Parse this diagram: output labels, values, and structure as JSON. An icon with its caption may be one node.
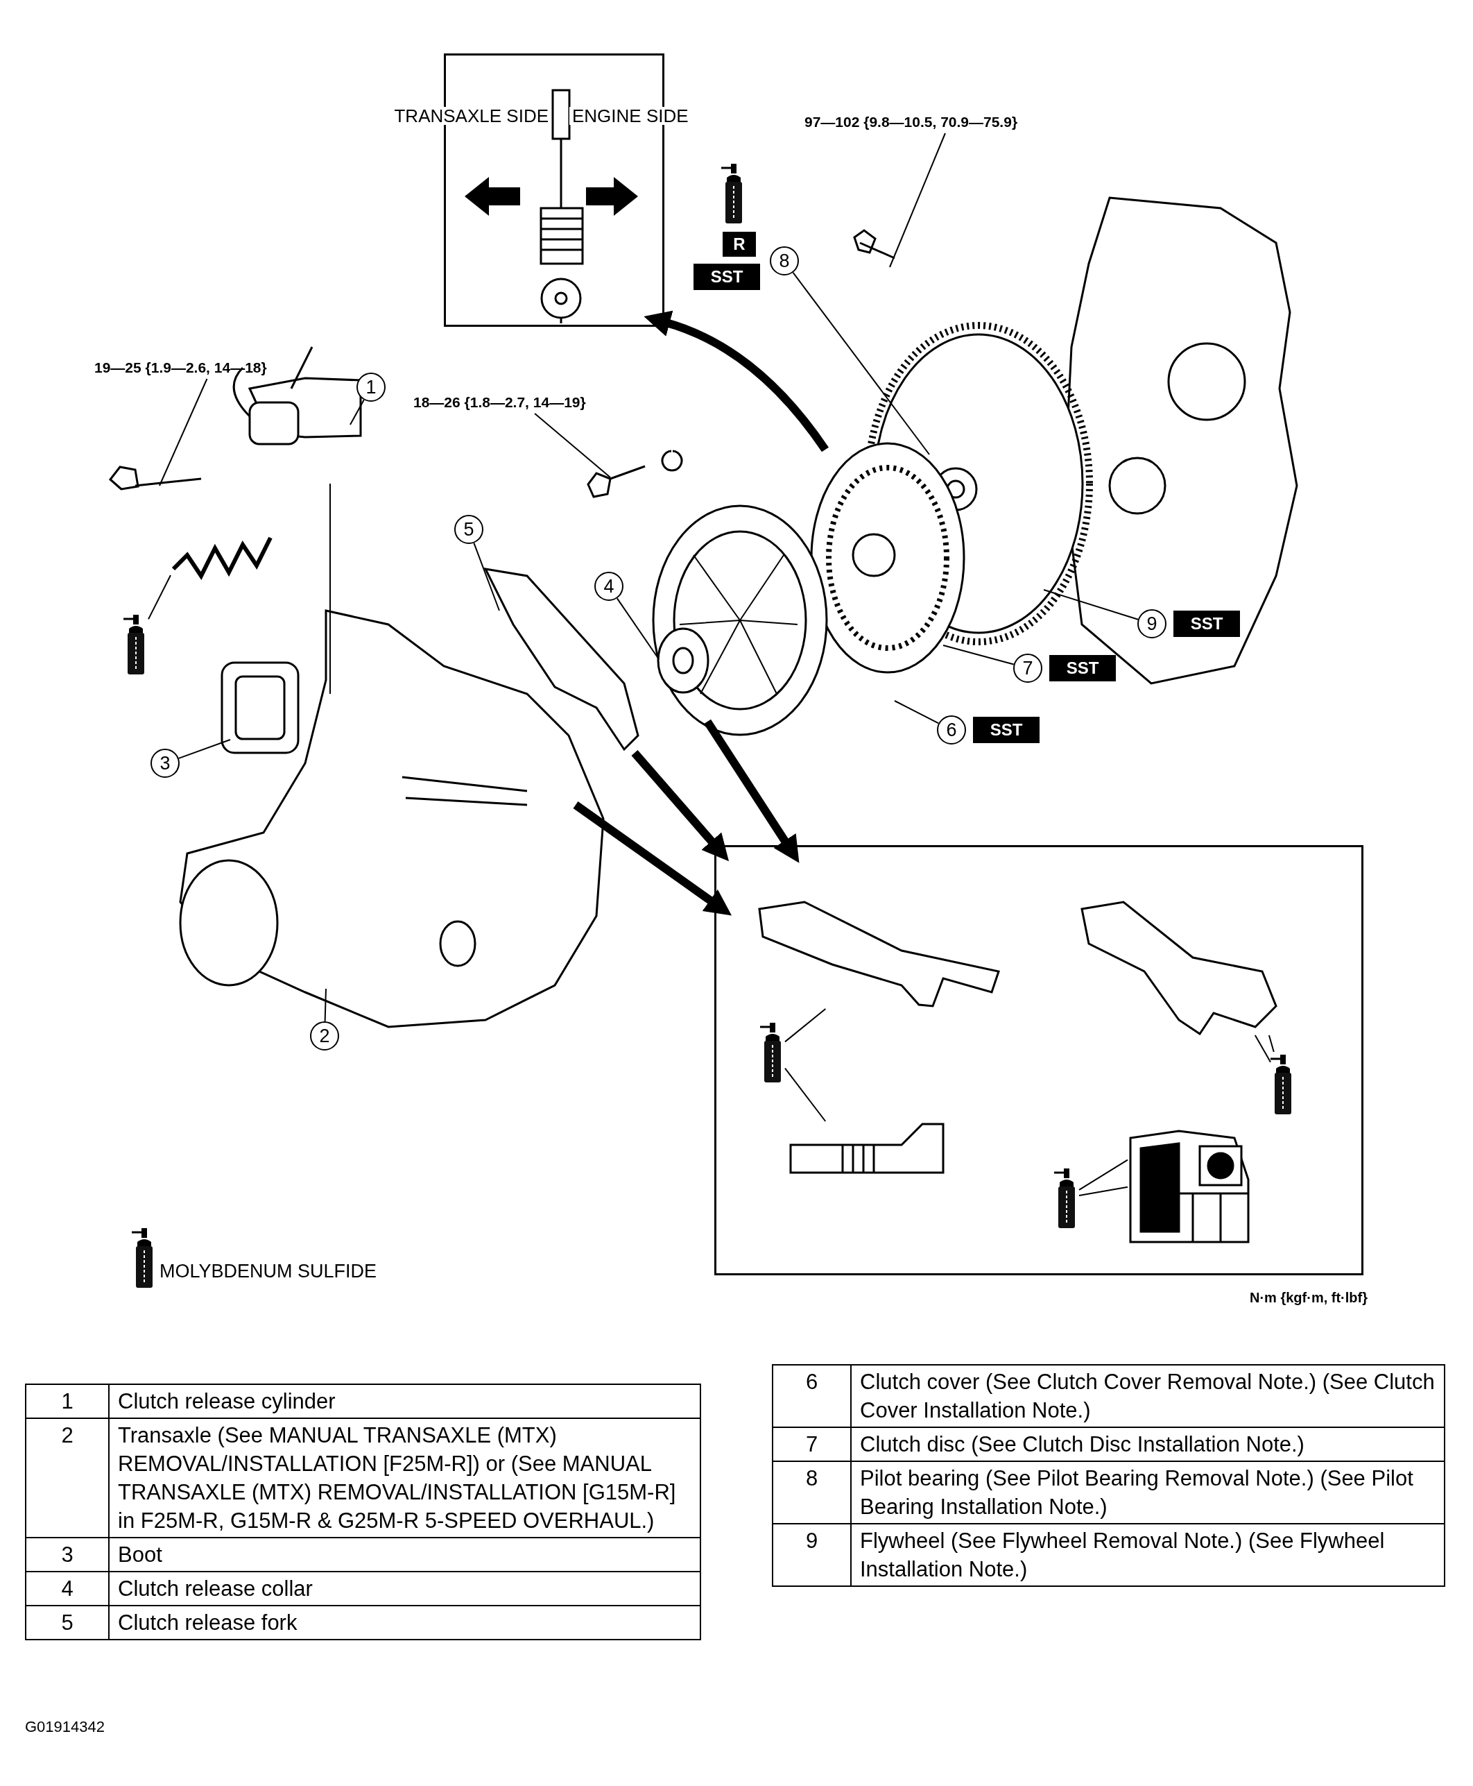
{
  "diagram": {
    "nodes": [
      {
        "text": [
          "TRANSAXLE SIDE",
          "ENGINE SIDE"
        ]
      },
      {
        "text": [
          "97—102 {9.8—10.5, 70.9—75.9}"
        ]
      },
      {
        "text": [
          "19—25 {1.9—2.6, 14—18}"
        ]
      },
      {
        "text": [
          "18—26 {1.8—2.7, 14—19}"
        ]
      },
      {
        "text": [
          "1"
        ]
      },
      {
        "text": [
          "2"
        ]
      },
      {
        "text": [
          "3"
        ]
      },
      {
        "text": [
          "4"
        ]
      },
      {
        "text": [
          "5"
        ]
      },
      {
        "text": [
          "6"
        ],
        "beside": [
          "SST"
        ]
      },
      {
        "text": [
          "7"
        ],
        "beside": [
          "SST"
        ]
      },
      {
        "text": [
          "8"
        ]
      },
      {
        "text": [
          "9"
        ],
        "beside": [
          "SST"
        ]
      },
      {
        "text": [],
        "shape": "picture"
      },
      {
        "text": [],
        "shape": "picture",
        "in": 17
      },
      {
        "text": [],
        "shape": "picture",
        "in": 17
      },
      {
        "text": [],
        "shape": "picture",
        "in": 17
      },
      {
        "text": [],
        "shape": "box"
      },
      {
        "text": [],
        "shape": "picture",
        "in": 17
      },
      {
        "text": [],
        "shape": "picture",
        "in": 17
      },
      {
        "text": [],
        "shape": "picture",
        "in": 17
      },
      {
        "text": [],
        "shape": "picture",
        "in": 17
      }
    ],
    "edges": [
      {
        "from": 1,
        "to": null,
        "arrow": "none"
      },
      {
        "from": 2,
        "to": null,
        "arrow": "none"
      },
      {
        "from": 3,
        "to": null,
        "arrow": "none"
      },
      {
        "from": 4,
        "to": null,
        "arrow": "none"
      },
      {
        "from": 5,
        "to": null,
        "arrow": "none"
      },
      {
        "from": 6,
        "to": null,
        "arrow": "none"
      },
      {
        "from": 7,
        "to": null,
        "arrow": "none"
      },
      {
        "from": 8,
        "to": null,
        "arrow": "none"
      },
      {
        "from": 9,
        "to": null,
        "arrow": "none"
      },
      {
        "from": 10,
        "to": null,
        "arrow": "none"
      },
      {
        "from": 11,
        "to": null,
        "arrow": "none"
      },
      {
        "from": 12,
        "to": null,
        "arrow": "none"
      },
      {
        "from": 13,
        "to": null,
        "arrow": "none"
      },
      {
        "from": 14,
        "to": 18,
        "arrow": "none"
      },
      {
        "from": 14,
        "to": 19,
        "arrow": "none"
      },
      {
        "from": 15,
        "to": 20,
        "arrow": "none"
      },
      {
        "from": 15,
        "to": 20,
        "arrow": "none"
      },
      {
        "from": 16,
        "to": 21,
        "arrow": "none"
      },
      {
        "from": 16,
        "to": 21,
        "arrow": "none"
      },
      {
        "from": null,
        "to": 0,
        "arrow": "to",
        "style": "thick"
      },
      {
        "from": null,
        "to": 17,
        "arrow": "to",
        "style": "thick"
      },
      {
        "from": null,
        "to": 17,
        "arrow": "to",
        "style": "thick"
      },
      {
        "from": null,
        "to": 17,
        "arrow": "to",
        "style": "thick"
      }
    ],
    "labels": [
      "R",
      "SST",
      "N·m {kgf·m, ft·lbf}",
      "1",
      "Clutch release cylinder",
      "2",
      "Transaxle (See MANUAL TRANSAXLE (MTX) REMOVAL/INSTALLATION [F25M-R]) or (See MANUAL TRANSAXLE (MTX) REMOVAL/INSTALLATION [G15M-R] in F25M-R, G15M-R & G25M-R 5-SPEED OVERHAUL.)",
      "3",
      "Boot",
      "4",
      "Clutch release collar",
      "5",
      "Clutch release fork",
      "6",
      "Clutch cover (See Clutch Cover Removal Note.) (See Clutch Cover Installation Note.)",
      "7",
      "Clutch disc (See Clutch Disc Installation Note.)",
      "8",
      "Pilot bearing (See Pilot Bearing Removal Note.) (See Pilot Bearing Installation Note.)",
      "9",
      "Flywheel (See Flywheel Removal Note.) (See Flywheel Installation Note.)",
      "G01914342"
    ],
    "legend": [
      {
        "text": "MOLYBDENUM SULFIDE"
      }
    ]
  }
}
